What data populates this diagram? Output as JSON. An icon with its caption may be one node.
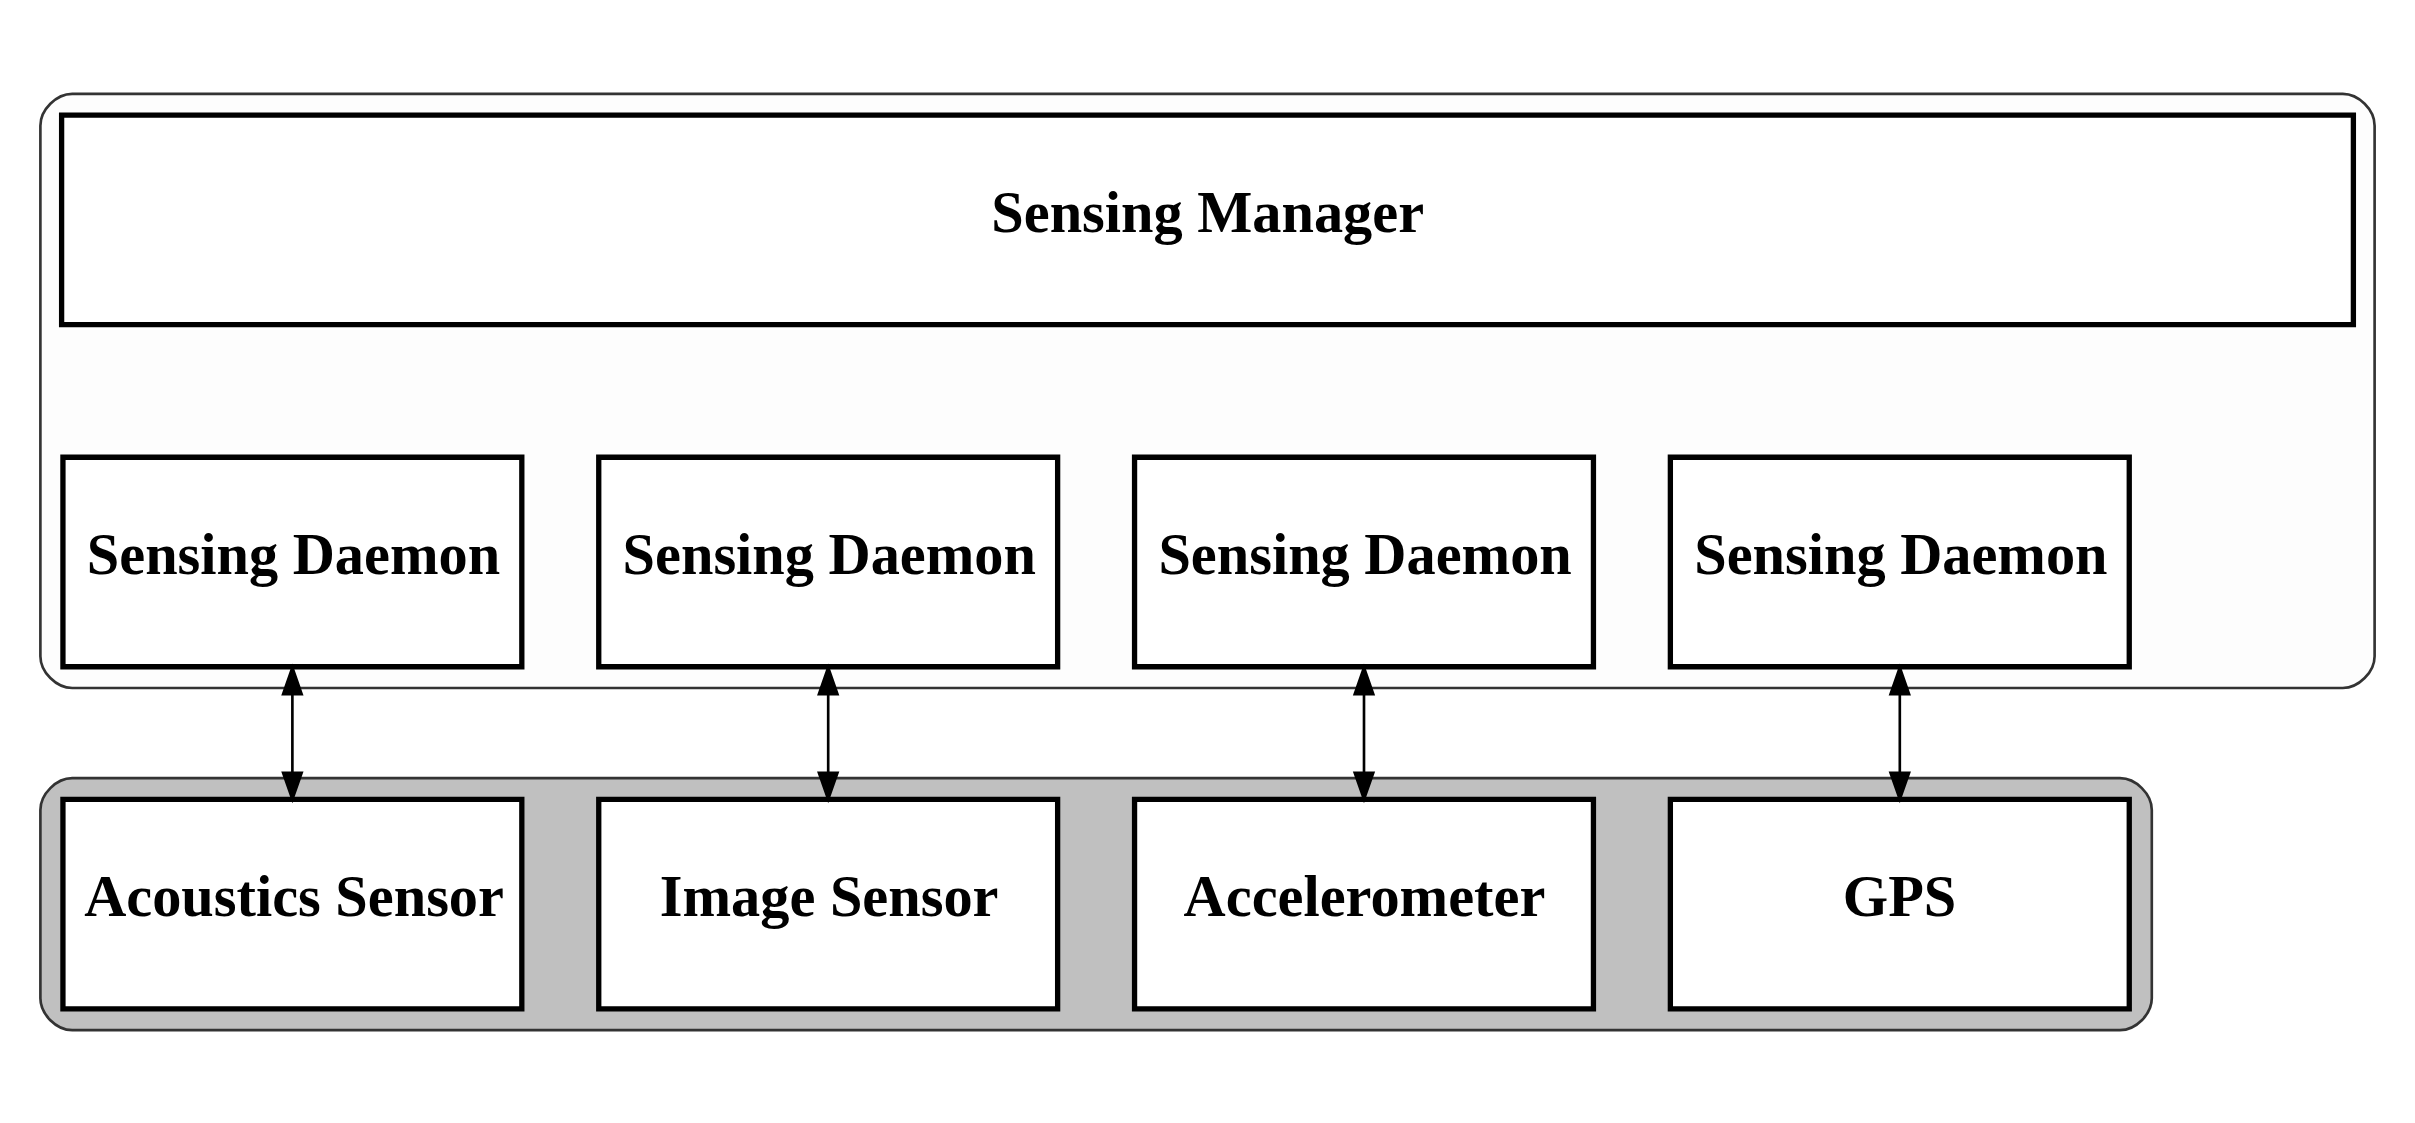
{
  "diagram": {
    "nodes": [
      {
        "text": [],
        "shape": "box"
      },
      {
        "text": [
          "Sensing Manager"
        ],
        "in": 0
      },
      {
        "text": [
          "Sensing Daemon"
        ],
        "in": 0
      },
      {
        "text": [
          "Sensing Daemon"
        ],
        "in": 0
      },
      {
        "text": [
          "Sensing Daemon"
        ],
        "in": 0
      },
      {
        "text": [
          "Sensing Daemon"
        ],
        "in": 0
      },
      {
        "text": [],
        "shape": "box"
      },
      {
        "text": [
          "Acoustics Sensor"
        ],
        "in": 6
      },
      {
        "text": [
          "Image Sensor"
        ],
        "in": 6
      },
      {
        "text": [
          "Accelerometer"
        ],
        "in": 6
      },
      {
        "text": [
          "GPS"
        ],
        "in": 6
      }
    ],
    "edges": [
      {
        "from": 2,
        "to": 7,
        "arrow": "both"
      },
      {
        "from": 3,
        "to": 8,
        "arrow": "both"
      },
      {
        "from": 4,
        "to": 9,
        "arrow": "both"
      },
      {
        "from": 5,
        "to": 10,
        "arrow": "both"
      }
    ]
  }
}
